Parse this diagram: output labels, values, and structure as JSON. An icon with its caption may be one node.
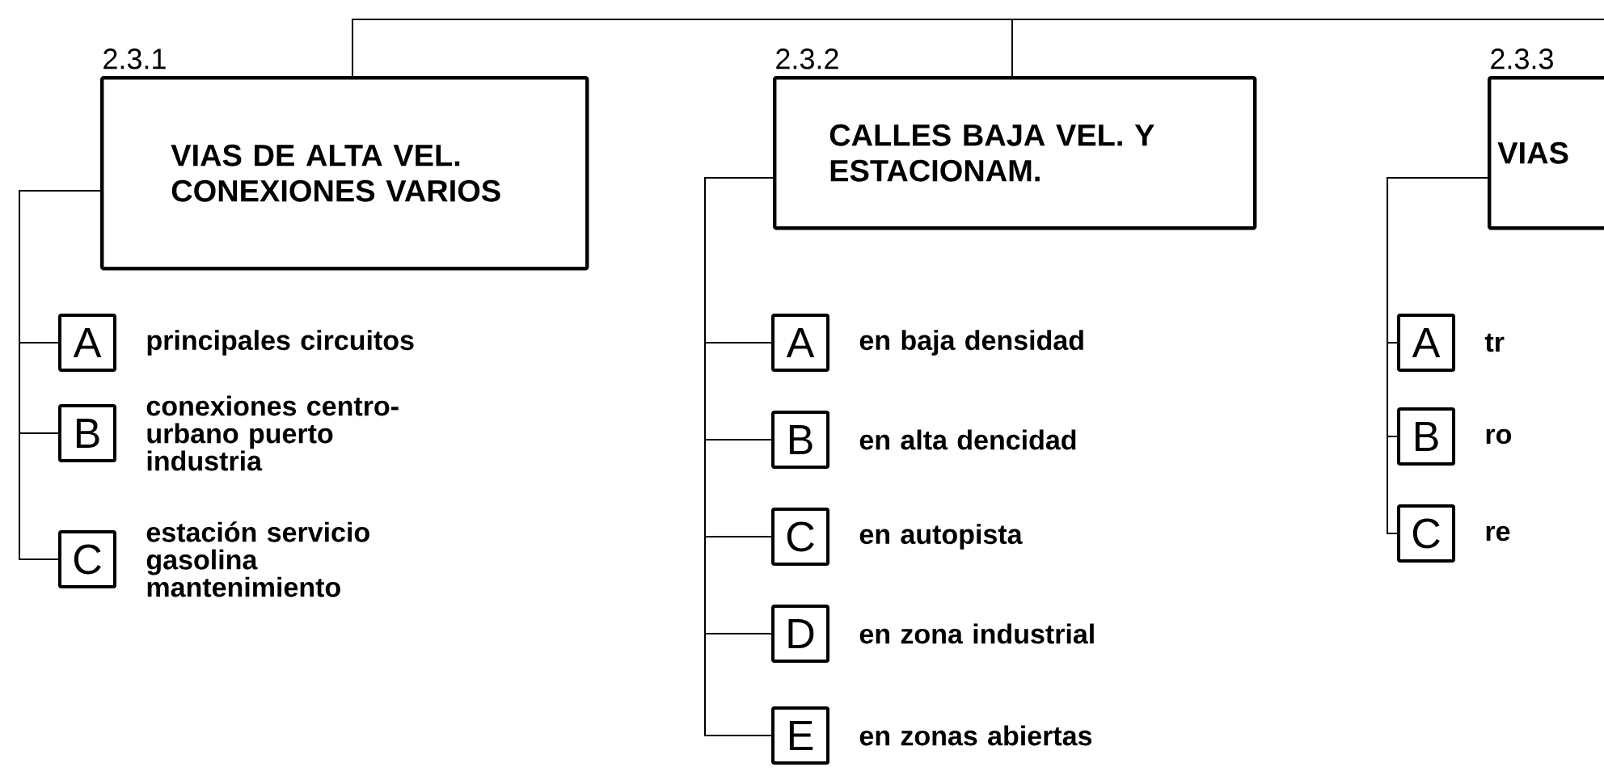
{
  "diagram": {
    "nodes": [
      {
        "text": [
          "VIAS DE ALTA VEL. CONEXIONES VARIOS"
        ],
        "beside": [
          "2.3.1"
        ]
      },
      {
        "text": [
          "A"
        ],
        "beside": [
          "principales circuitos"
        ]
      },
      {
        "text": [
          "B"
        ],
        "beside": [
          "conexiones centro- urbano puerto industria"
        ]
      },
      {
        "text": [
          "C"
        ],
        "beside": [
          "estación servicio gasolina mantenimiento"
        ]
      },
      {
        "text": [
          "CALLES BAJA VEL. Y ESTACIONAM."
        ],
        "beside": [
          "2.3.2"
        ]
      },
      {
        "text": [
          "A"
        ],
        "beside": [
          "en baja densidad"
        ]
      },
      {
        "text": [
          "B"
        ],
        "beside": [
          "en alta dencidad"
        ]
      },
      {
        "text": [
          "C"
        ],
        "beside": [
          "en autopista"
        ]
      },
      {
        "text": [
          "D"
        ],
        "beside": [
          "en zona industrial"
        ]
      },
      {
        "text": [
          "E"
        ],
        "beside": [
          "en zonas abiertas"
        ]
      },
      {
        "text": [
          "VIAS"
        ],
        "beside": [
          "2.3.3"
        ]
      },
      {
        "text": [
          "A"
        ],
        "beside": [
          "tr"
        ]
      },
      {
        "text": [
          "B"
        ],
        "beside": [
          "ro"
        ]
      },
      {
        "text": [
          "C"
        ],
        "beside": [
          "re"
        ]
      }
    ],
    "edges": [
      {
        "from": null,
        "to": 0,
        "arrow": "none"
      },
      {
        "from": null,
        "to": 4,
        "arrow": "none"
      },
      {
        "from": 0,
        "to": 1,
        "arrow": "none"
      },
      {
        "from": 0,
        "to": 2,
        "arrow": "none"
      },
      {
        "from": 0,
        "to": 3,
        "arrow": "none"
      },
      {
        "from": 4,
        "to": 5,
        "arrow": "none"
      },
      {
        "from": 4,
        "to": 6,
        "arrow": "none"
      },
      {
        "from": 4,
        "to": 7,
        "arrow": "none"
      },
      {
        "from": 4,
        "to": 8,
        "arrow": "none"
      },
      {
        "from": 4,
        "to": 9,
        "arrow": "none"
      },
      {
        "from": 10,
        "to": 11,
        "arrow": "none"
      },
      {
        "from": 10,
        "to": 12,
        "arrow": "none"
      },
      {
        "from": 10,
        "to": 13,
        "arrow": "none"
      }
    ]
  }
}
